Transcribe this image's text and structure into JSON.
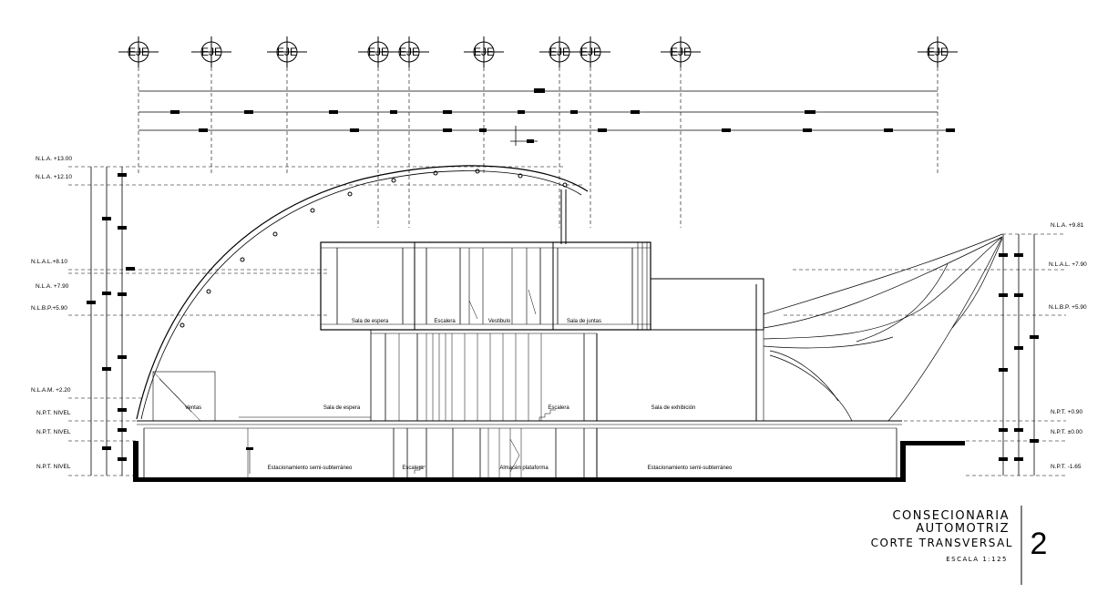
{
  "axes": {
    "label": "EJE",
    "count": 10
  },
  "levels_left": [
    "N.L.A. +13.00",
    "N.L.A. +12.10",
    "N.L.A.L.+8.10",
    "N.L.A. +7.90",
    "N.L.B.P.+5.90",
    "N.L.A.M. +2.20",
    "N.P.T. NIVEL",
    "N.P.T. NIVEL",
    "N.P.T. NIVEL"
  ],
  "levels_right": [
    "N.L.A. +9.81",
    "N.L.A.L. +7.90",
    "N.L.B.P. +5.90",
    "N.P.T. +0.90",
    "N.P.T. ±0.00",
    "N.P.T. -1.65"
  ],
  "rooms": {
    "sala_espera_upper": "Sala de espera",
    "escalera_upper": "Escalera",
    "vestibulo": "Vestibulo",
    "sala_juntas": "Sala de juntas",
    "ventas": "Ventas",
    "sala_espera_ground": "Sala de espera",
    "escalera_ground": "Escalera",
    "sala_exhibicion": "Sala de exhibición",
    "estacionamiento_left": "Estacionamiento semi-subterráneo",
    "escalera_basement": "Escalera",
    "almacen_plataforma": "Almacén plataforma",
    "estacionamiento_right": "Estacionamiento semi-subterráneo"
  },
  "title_block": {
    "line1": "CONSECIONARIA",
    "line2": "AUTOMOTRIZ",
    "line3": "CORTE TRANSVERSAL",
    "scale": "ESCALA 1:125",
    "sheet_number": "2"
  }
}
